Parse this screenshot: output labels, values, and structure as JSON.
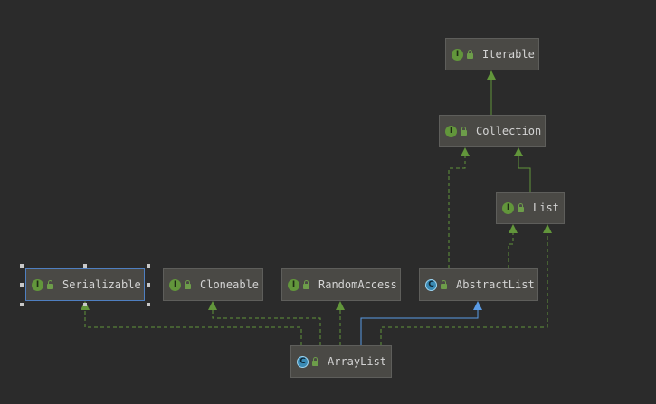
{
  "nodes": {
    "iterable": {
      "name": "Iterable",
      "kind": "interface"
    },
    "collection": {
      "name": "Collection",
      "kind": "interface"
    },
    "list": {
      "name": "List",
      "kind": "interface"
    },
    "serializable": {
      "name": "Serializable",
      "kind": "interface",
      "selected": true
    },
    "cloneable": {
      "name": "Cloneable",
      "kind": "interface"
    },
    "randomaccess": {
      "name": "RandomAccess",
      "kind": "interface"
    },
    "abstractlist": {
      "name": "AbstractList",
      "kind": "abstract-class"
    },
    "arraylist": {
      "name": "ArrayList",
      "kind": "class"
    }
  },
  "badges": {
    "interface": "I",
    "class": "C"
  },
  "colors": {
    "background": "#2b2b2b",
    "node_fill": "#4a4945",
    "implements_edge": "#62963b",
    "extends_edge": "#5a9be6",
    "selection": "#4f7fc0"
  }
}
